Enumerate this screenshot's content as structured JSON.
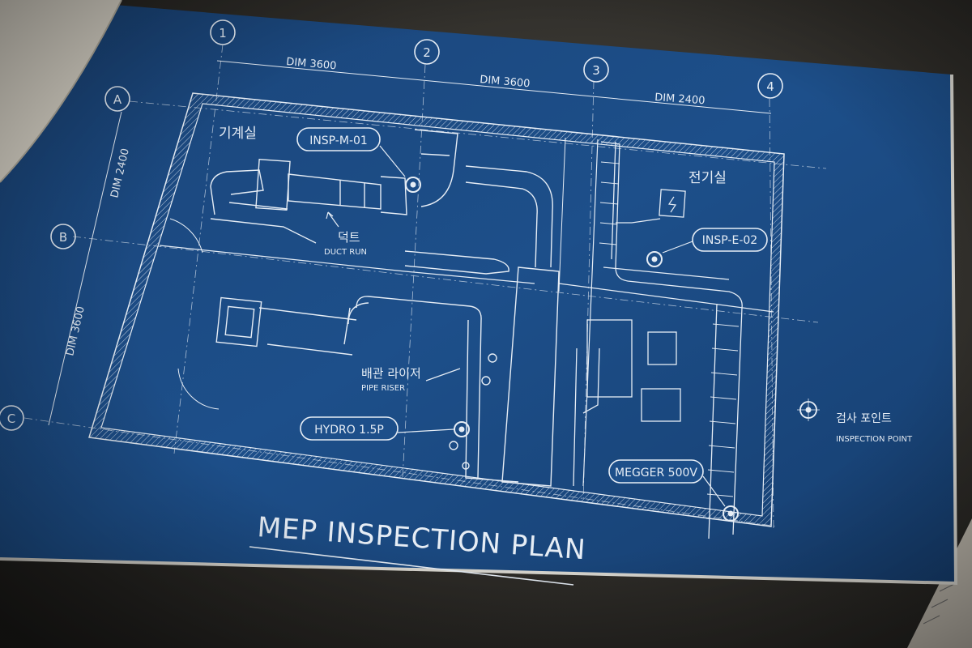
{
  "sheet": {
    "title": "MEP INSPECTION PLAN",
    "grid_columns": [
      "1",
      "2",
      "3",
      "4"
    ],
    "grid_rows": [
      "A",
      "B",
      "C"
    ]
  },
  "dimensions": {
    "top": [
      "DIM 3600",
      "DIM 3600",
      "DIM 2400"
    ],
    "left": [
      "DIM 2400",
      "DIM 3600"
    ]
  },
  "rooms": {
    "mechanical": "기계실",
    "electrical": "전기실"
  },
  "annotations": {
    "duct_ko": "덕트",
    "duct_en": "DUCT RUN",
    "riser_ko": "배관 라이저",
    "riser_en": "PIPE RISER"
  },
  "inspection_tags": {
    "mech": "INSP-M-01",
    "elec": "INSP-E-02",
    "hydro": "HYDRO 1.5P",
    "megger": "MEGGER 500V"
  },
  "legend": {
    "ko": "검사 포인트",
    "en": "INSPECTION POINT",
    "icon": "inspection-point-icon"
  },
  "colors": {
    "paper": "#1c4a82",
    "line": "#e6edf5",
    "desk": "#2e2c28"
  }
}
